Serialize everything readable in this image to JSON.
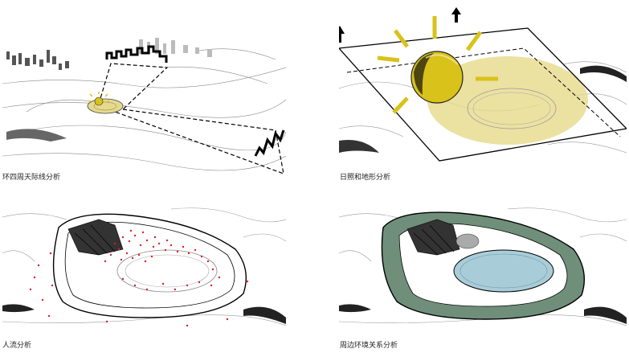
{
  "panels": [
    {
      "caption": "环四周天际线分析"
    },
    {
      "caption": "日照和地形分析"
    },
    {
      "caption": "人流分析"
    },
    {
      "caption": "周边环境关系分析"
    }
  ],
  "colors": {
    "sun_yellow": "#d9c21a",
    "sun_halo": "#e6d98a",
    "water_blue": "#a9cdd8",
    "green_ring": "#6f8f7a",
    "people_red": "#e02020",
    "line": "#1a1a1a"
  },
  "icons": [
    "north-arrow-icon",
    "sun-icon",
    "person-marker-icon"
  ]
}
